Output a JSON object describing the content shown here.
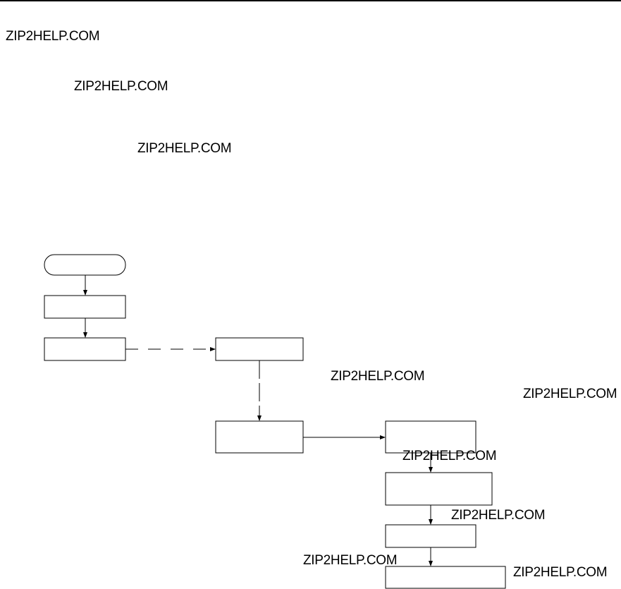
{
  "watermarks": [
    "ZIP2HELP.COM",
    "ZIP2HELP.COM",
    "ZIP2HELP.COM",
    "ZIP2HELP.COM",
    "ZIP2HELP.COM",
    "ZIP2HELP.COM",
    "ZIP2HELP.COM",
    "ZIP2HELP.COM",
    "ZIP2HELP.COM"
  ],
  "diagram": {
    "node_count": 9,
    "colors": {
      "stroke": "#000000",
      "fill": "#ffffff",
      "background": "#ffffff"
    }
  }
}
